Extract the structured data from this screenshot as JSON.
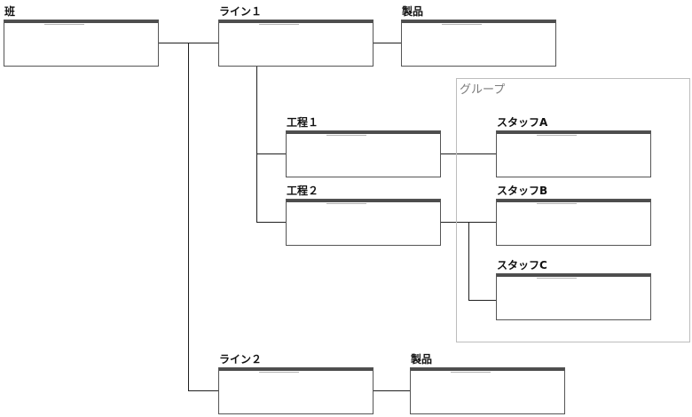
{
  "diagram": {
    "group": {
      "label": "グループ"
    },
    "nodes": [
      {
        "id": "han",
        "title": "班"
      },
      {
        "id": "line1",
        "title": "ライン１"
      },
      {
        "id": "product1",
        "title": "製品"
      },
      {
        "id": "process1",
        "title": "工程１"
      },
      {
        "id": "process2",
        "title": "工程２"
      },
      {
        "id": "staffA",
        "title": "スタッフA"
      },
      {
        "id": "staffB",
        "title": "スタッフB"
      },
      {
        "id": "staffC",
        "title": "スタッフC"
      },
      {
        "id": "line2",
        "title": "ライン２"
      },
      {
        "id": "product2",
        "title": "製品"
      }
    ],
    "edges": [
      {
        "from": "han",
        "to": "line1"
      },
      {
        "from": "han",
        "to": "line2"
      },
      {
        "from": "line1",
        "to": "product1"
      },
      {
        "from": "line1",
        "to": "process1"
      },
      {
        "from": "line1",
        "to": "process2"
      },
      {
        "from": "process1",
        "to": "staffA"
      },
      {
        "from": "process2",
        "to": "staffB"
      },
      {
        "from": "process2",
        "to": "staffC"
      },
      {
        "from": "line2",
        "to": "product2"
      }
    ],
    "colors": {
      "node_border": "#555555",
      "node_header": "#4d4d4d",
      "connector": "#1f1f1f",
      "group_border": "#bdbdbd",
      "group_label": "#7a7a7a"
    }
  }
}
